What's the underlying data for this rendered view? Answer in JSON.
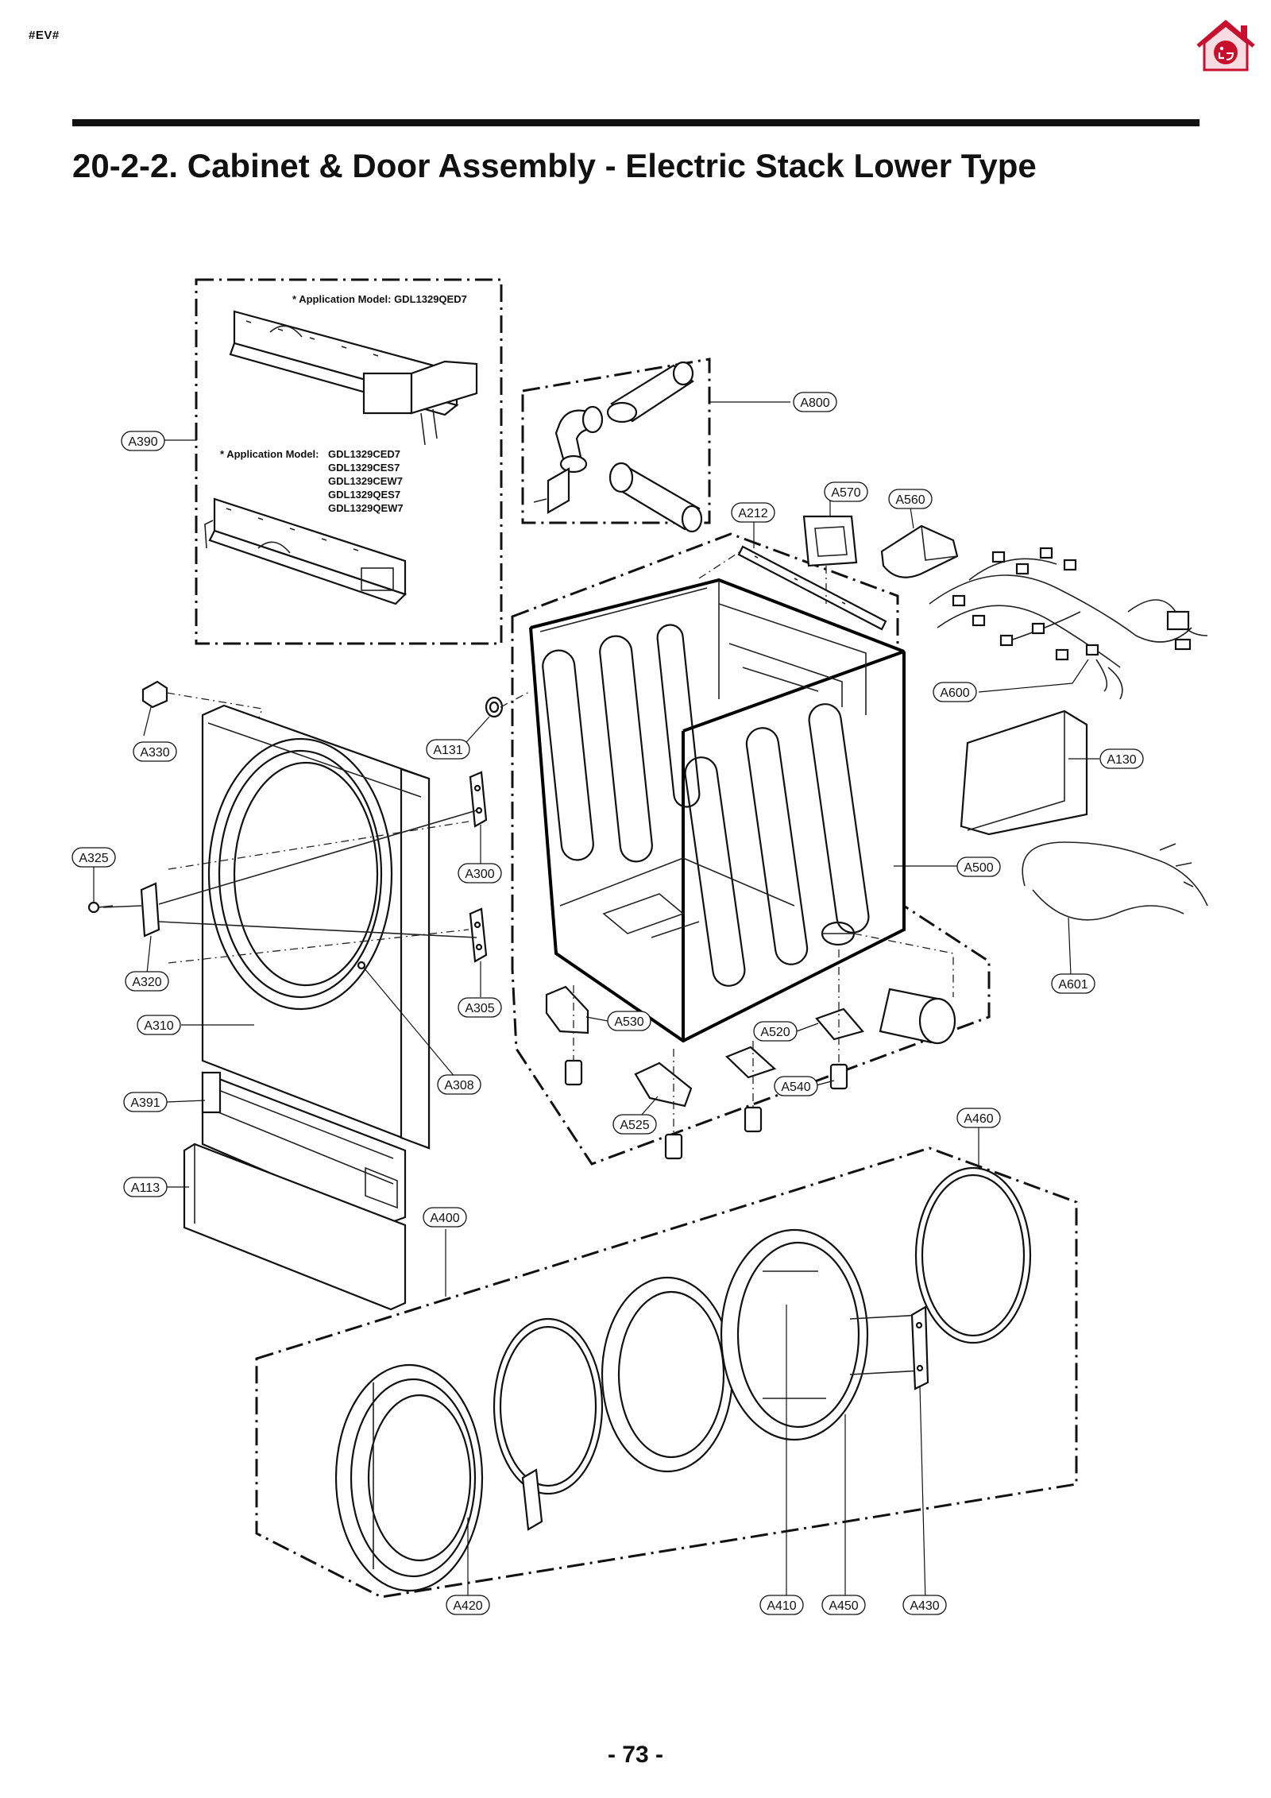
{
  "header": {
    "code": "#EV#"
  },
  "page": {
    "title": "20-2-2. Cabinet & Door Assembly - Electric Stack Lower Type",
    "number": "- 73 -"
  },
  "icons": {
    "home": "home-lg-logo-icon"
  },
  "colors": {
    "logo_red": "#c8102e",
    "logo_house_fill": "#f7dde2",
    "line": "#111111"
  },
  "notes": {
    "model_single": "* Application Model: GDL1329QED7",
    "model_multi_label": "* Application Model:",
    "model_multi_list": [
      "GDL1329CED7",
      "GDL1329CES7",
      "GDL1329CEW7",
      "GDL1329QES7",
      "GDL1329QEW7"
    ]
  },
  "callouts": [
    "A390",
    "A800",
    "A570",
    "A560",
    "A212",
    "A600",
    "A330",
    "A131",
    "A130",
    "A325",
    "A300",
    "A500",
    "A601",
    "A320",
    "A305",
    "A530",
    "A520",
    "A310",
    "A308",
    "A540",
    "A391",
    "A525",
    "A460",
    "A113",
    "A400",
    "A420",
    "A410",
    "A450",
    "A430"
  ]
}
